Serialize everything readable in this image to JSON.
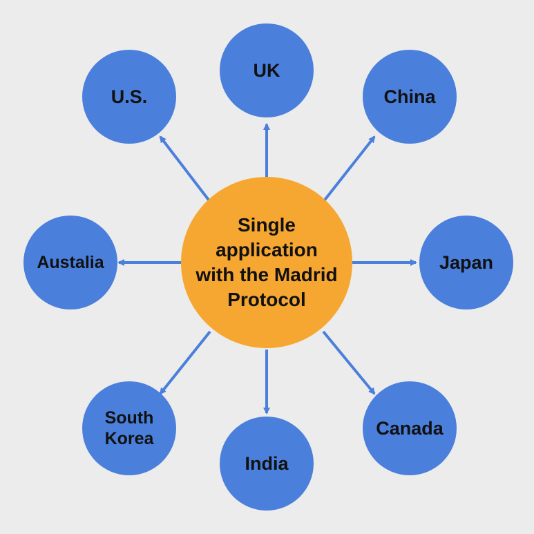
{
  "colors": {
    "background": "#ececec",
    "country_fill": "#4a7fdc",
    "center_fill": "#f6a731",
    "arrow": "#4a7fdc",
    "text": "#111111"
  },
  "center": {
    "lines": [
      "Single",
      "application",
      "with the Madrid",
      "Protocol"
    ]
  },
  "countries": {
    "uk": "UK",
    "us": "U.S.",
    "china": "China",
    "australia": "Austalia",
    "japan": "Japan",
    "south_korea_line1": "South",
    "south_korea_line2": "Korea",
    "india": "India",
    "canada": "Canada"
  }
}
